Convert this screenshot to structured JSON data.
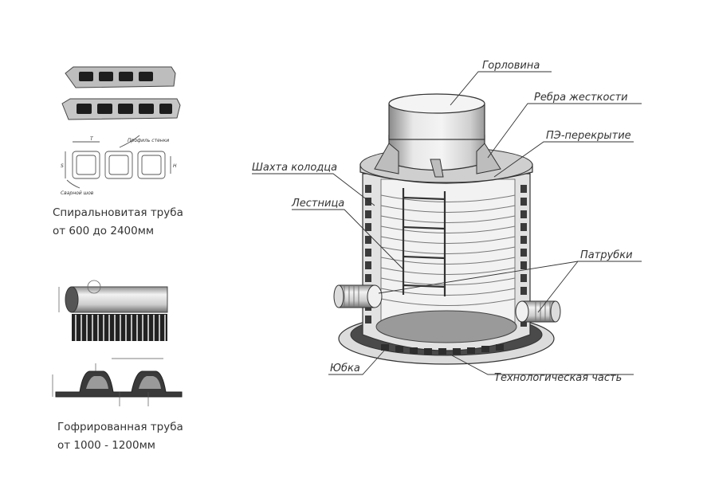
{
  "left": {
    "spiral": {
      "caption_line1": "Спиральновитая труба",
      "caption_line2": "от 600 до 2400мм",
      "profile_label": "Профиль стенки",
      "weld_label": "Сварной шов",
      "dim_t": "T",
      "dim_s": "S",
      "dim_h": "H"
    },
    "corrugated": {
      "caption_line1": "Гофрированная труба",
      "caption_line2": "от 1000 - 1200мм"
    }
  },
  "well": {
    "labels": {
      "neck": "Горловина",
      "ribs": "Ребра жесткости",
      "cover": "ПЭ-перекрытие",
      "shaft": "Шахта колодца",
      "ladder": "Лестница",
      "nozzles": "Патрубки",
      "skirt": "Юбка",
      "tech_part": "Технологическая часть"
    }
  },
  "colors": {
    "outline": "#2a2a2a",
    "fill_light": "#e6e6e6",
    "fill_mid": "#bdbdbd",
    "fill_dark": "#3a3a3a"
  }
}
